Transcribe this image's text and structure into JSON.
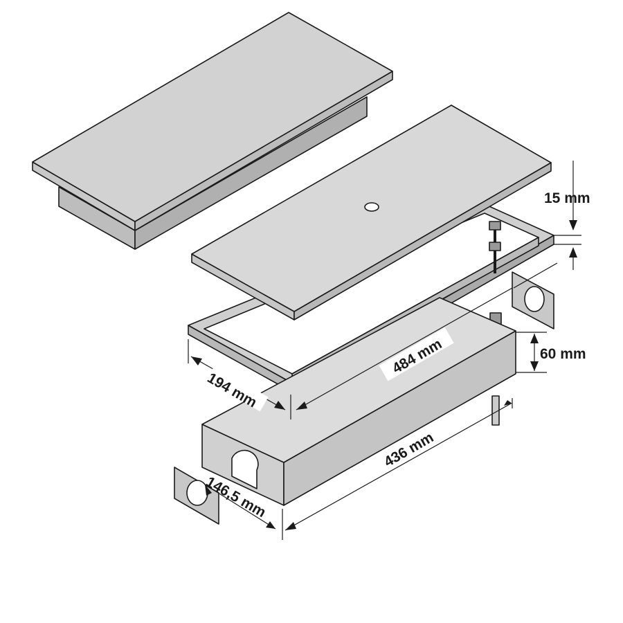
{
  "diagram": {
    "colors": {
      "top": "#d4d4d4",
      "side": "#c4c4c4",
      "dark": "#a8a8a8",
      "line": "#1a1a1a"
    },
    "dimensions": {
      "cover_thickness": "15 mm",
      "box_height": "60 mm",
      "frame_length": "484 mm",
      "frame_width": "194 mm",
      "box_length": "436 mm",
      "box_width": "146,5 mm"
    }
  }
}
